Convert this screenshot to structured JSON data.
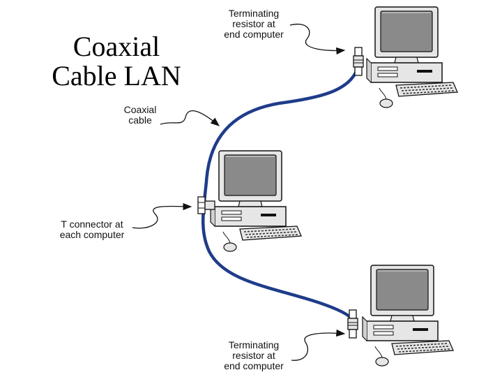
{
  "title": {
    "line1": "Coaxial",
    "line2": "Cable LAN"
  },
  "labels": {
    "terminator_top": {
      "line1": "Terminating",
      "line2": "resistor at",
      "line3": "end computer"
    },
    "coaxial_cable": {
      "line1": "Coaxial",
      "line2": "cable"
    },
    "t_connector": {
      "line1": "T connector at",
      "line2": "each computer"
    },
    "terminator_bottom": {
      "line1": "Terminating",
      "line2": "resistor at",
      "line3": "end computer"
    }
  },
  "colors": {
    "cable": "#1f3c8a",
    "computer_body": "#e6e6e6",
    "screen": "#8a8a8a",
    "outline": "#111111"
  },
  "icons": [
    "computer-icon",
    "terminating-resistor-icon",
    "t-connector-icon",
    "keyboard-icon",
    "mouse-icon"
  ]
}
